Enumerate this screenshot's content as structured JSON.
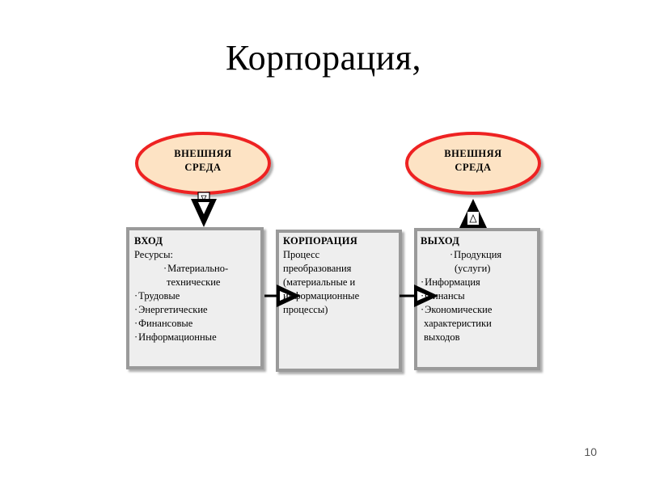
{
  "title": "Корпорация,",
  "left_env": {
    "line1": "ВНЕШНЯЯ",
    "line2": "СРЕДА"
  },
  "right_env": {
    "line1": "ВНЕШНЯЯ",
    "line2": "СРЕДА"
  },
  "input_box": {
    "heading": "ВХОД",
    "subheading": "Ресурсы:",
    "sub_item_line1": "Материально-",
    "sub_item_line2": "технические",
    "items": [
      "Трудовые",
      "Энергетические",
      "Финансовые",
      "Информационные"
    ]
  },
  "corp_box": {
    "heading": "КОРПОРАЦИЯ",
    "lines": [
      "Процесс",
      "преобразования",
      "(материальные и",
      "информационные",
      "процессы)"
    ]
  },
  "output_box": {
    "heading": "ВЫХОД",
    "item1": "Продукция",
    "item1_cont": "(услуги)",
    "items": [
      "Информация",
      "Финансы",
      "Экономические"
    ],
    "cont_lines": [
      "характеристики",
      "выходов"
    ]
  },
  "page_number": "10",
  "colors": {
    "ellipse_fill": "#fde3c4",
    "ellipse_stroke": "#ee2222",
    "box_fill": "#eeeeee",
    "box_border": "#9a9a9a"
  }
}
